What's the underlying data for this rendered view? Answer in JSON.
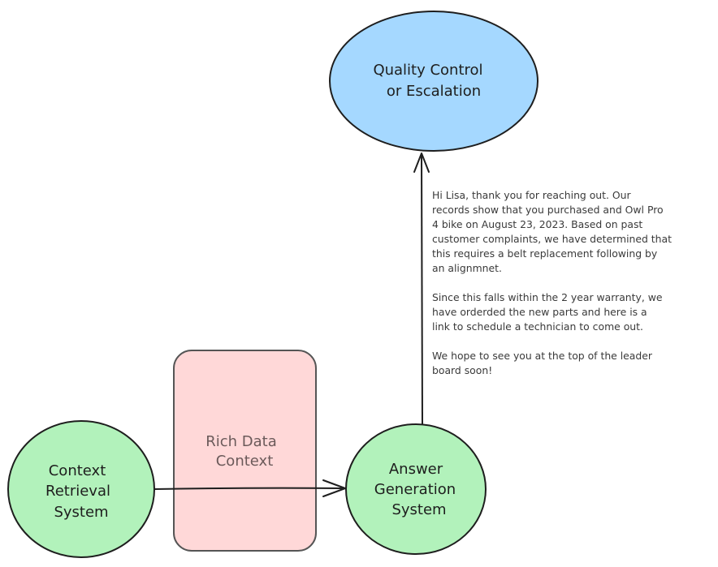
{
  "nodes": {
    "quality": {
      "lines": [
        "Quality Control",
        "or Escalation"
      ],
      "fill": "#a5d8ff"
    },
    "rich": {
      "lines": [
        "Rich Data",
        "Context"
      ],
      "fill": "#ffd8d8"
    },
    "context": {
      "lines": [
        "Context",
        "Retrieval",
        "System"
      ],
      "fill": "#b2f2bb"
    },
    "answer": {
      "lines": [
        "Answer",
        "Generation",
        "System"
      ],
      "fill": "#b2f2bb"
    }
  },
  "response": {
    "paragraphs": [
      "Hi Lisa, thank you for reaching out. Our\nrecords show that you purchased and Owl Pro\n4 bike on August 23, 2023.  Based on past\ncustomer complaints, we have determined that\nthis requires a belt replacement following by\nan alignmnet.",
      "Since this falls within the 2 year warranty, we\nhave orderded the new parts and here is a\nlink to schedule a technician to come out.",
      "We hope to see you at the top of the leader\nboard soon!"
    ]
  },
  "colors": {
    "stroke": "#1e1e1e",
    "text": "#1e1e1e",
    "muted_text": "#6b5a5a"
  }
}
